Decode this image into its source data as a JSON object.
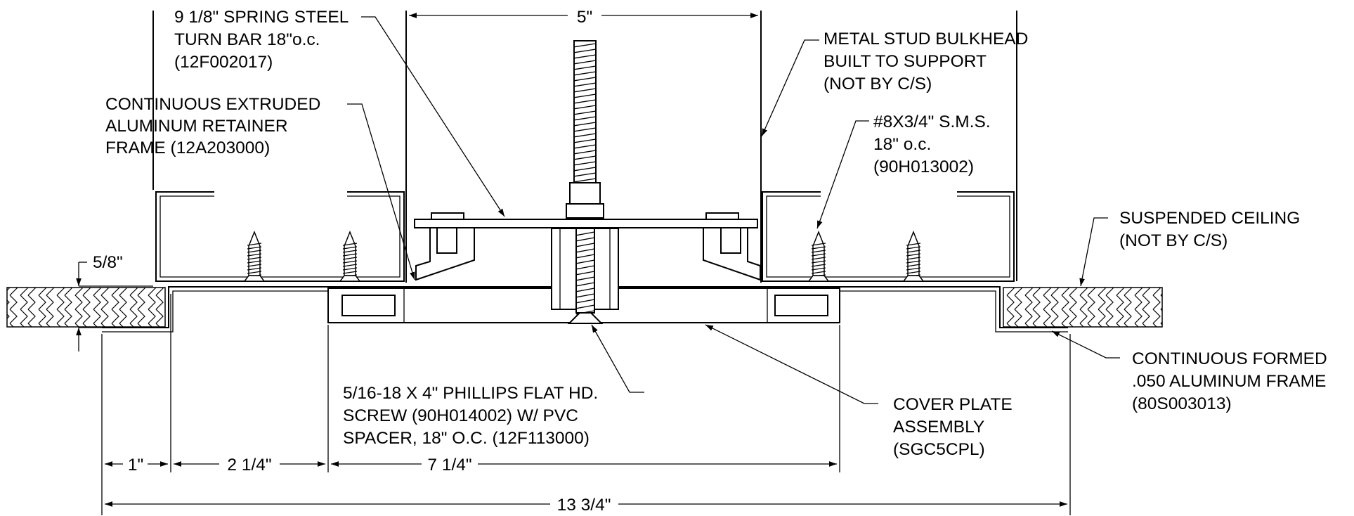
{
  "labels": {
    "spring_bar": [
      "9 1/8\" SPRING STEEL",
      "TURN BAR 18\"o.c.",
      "(12F002017)"
    ],
    "retainer": [
      "CONTINUOUS EXTRUDED",
      "ALUMINUM RETAINER",
      "FRAME (12A203000)"
    ],
    "bulkhead": [
      "METAL STUD BULKHEAD",
      "BUILT TO SUPPORT",
      "(NOT BY C/S)"
    ],
    "sms": [
      "#8X3/4\" S.M.S.",
      "18\" o.c.",
      "(90H013002)"
    ],
    "ceiling": [
      "SUSPENDED CEILING",
      "(NOT BY C/S)"
    ],
    "formed_frame": [
      "CONTINUOUS FORMED",
      ".050 ALUMINUM FRAME",
      "(80S003013)"
    ],
    "flat_screw": [
      "5/16-18 X 4\" PHILLIPS FLAT HD.",
      "SCREW (90H014002) W/ PVC",
      "SPACER, 18\" O.C. (12F113000)"
    ],
    "cover_plate": [
      "COVER PLATE",
      "ASSEMBLY",
      "(SGC5CPL)"
    ]
  },
  "dimensions": {
    "top": "5\"",
    "thickness": "5/8\"",
    "d1": "1\"",
    "d2": "2 1/4\"",
    "d3": "7 1/4\"",
    "overall": "13 3/4\""
  },
  "colors": {
    "line": "#000000",
    "background": "#ffffff"
  }
}
